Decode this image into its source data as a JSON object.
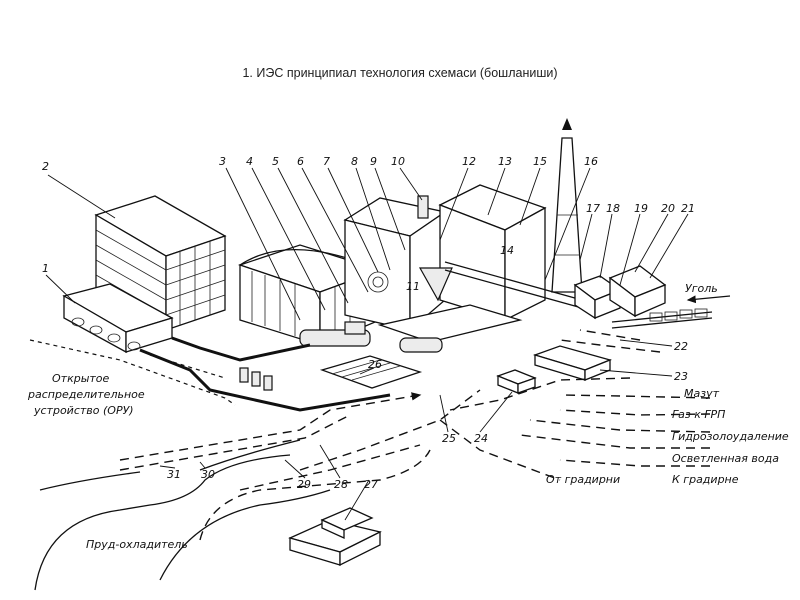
{
  "title": "1. ИЭС  принципиал технология схемаси (бошланиши)",
  "numbers": {
    "n1": "1",
    "n2": "2",
    "n3": "3",
    "n4": "4",
    "n5": "5",
    "n6": "6",
    "n7": "7",
    "n8": "8",
    "n9": "9",
    "n10": "10",
    "n11": "11",
    "n12": "12",
    "n13": "13",
    "n14": "14",
    "n15": "15",
    "n16": "16",
    "n17": "17",
    "n18": "18",
    "n19": "19",
    "n20": "20",
    "n21": "21",
    "n22": "22",
    "n23": "23",
    "n24": "24",
    "n25": "25",
    "n26": "26",
    "n27": "27",
    "n28": "28",
    "n29": "29",
    "n30": "30",
    "n31": "31"
  },
  "labels": {
    "oru_1": "Открытое",
    "oru_2": "распределительное",
    "oru_3": "устройство (ОРУ)",
    "coal": "Уголь",
    "mazut": "Мазут",
    "gas": "Газ к ГРП",
    "hydro": "Гидрозолоудаление",
    "clarified": "Осветленная вода",
    "from_tower": "От градирни",
    "to_tower": "К градирне",
    "pond": "Пруд-охладитель"
  }
}
